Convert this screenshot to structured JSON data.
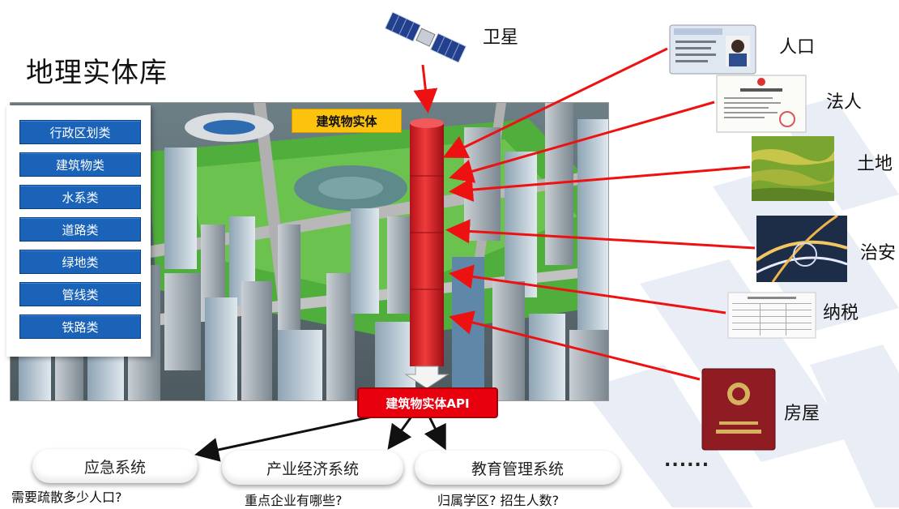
{
  "title": "地理实体库",
  "categories": [
    "行政区划类",
    "建筑物类",
    "水系类",
    "道路类",
    "绿地类",
    "管线类",
    "铁路类"
  ],
  "building_entity_label": "建筑物实体",
  "api_label": "建筑物实体API",
  "sources": {
    "satellite": "卫星",
    "population": "人口",
    "legal_person": "法人",
    "land": "土地",
    "security": "治安",
    "tax": "纳税",
    "housing": "房屋"
  },
  "systems": [
    {
      "name": "应急系统",
      "question": "需要疏散多少人口?"
    },
    {
      "name": "产业经济系统",
      "question": "重点企业有哪些?"
    },
    {
      "name": "教育管理系统",
      "question": "归属学区? 招生人数?"
    }
  ],
  "more": "......",
  "colors": {
    "category_blue": "#1a63b9",
    "label_yellow": "#fcc20d",
    "api_red": "#e8000f",
    "arrow_red": "#e11"
  }
}
